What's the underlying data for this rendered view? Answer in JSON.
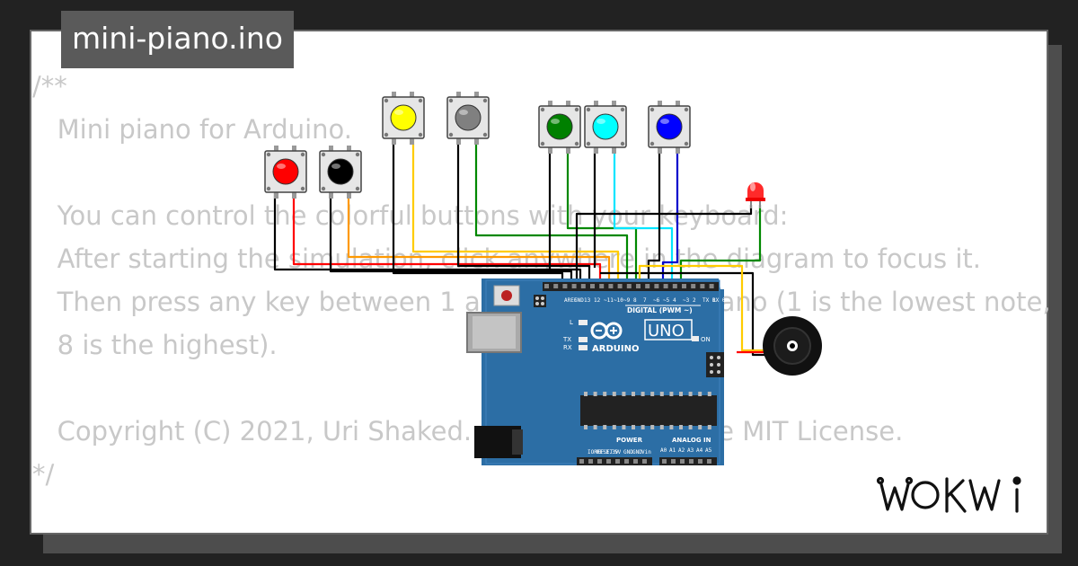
{
  "title": "mini-piano.ino",
  "code_lines": [
    "/**",
    "   Mini piano for Arduino.",
    "",
    "   You can control the colorful buttons with your keyboard:",
    "   After starting the simulation, click anywhere in the diagram to focus it.",
    "   Then press any key between 1 and 8 to play the piano (1 is the lowest note,",
    "   8 is the highest).",
    "",
    "   Copyright (C) 2021, Uri Shaked. Released under the MIT License.",
    "*/"
  ],
  "board": {
    "digital_label": "DIGITAL (PWM ~)",
    "logo_text": "ARDUINO",
    "model": "UNO",
    "on_label": "ON",
    "l_label": "L",
    "tx_label": "TX",
    "rx_label": "RX",
    "power_label": "POWER",
    "analog_label": "ANALOG IN",
    "top_pins": [
      "AREF",
      "GND",
      "13",
      "12",
      "~11",
      "~10",
      "~9",
      "8",
      "7",
      "~6",
      "~5",
      "4",
      "~3",
      "2",
      "TX 1",
      "RX 0"
    ],
    "power_pins": [
      "IOREF",
      "RESET",
      "3.3V",
      "5V",
      "GND",
      "GND",
      "Vin"
    ],
    "analog_pins": [
      "A0",
      "A1",
      "A2",
      "A3",
      "A4",
      "A5"
    ]
  },
  "buttons": [
    {
      "name": "red",
      "color": "#ff0000"
    },
    {
      "name": "black",
      "color": "#000000"
    },
    {
      "name": "yellow",
      "color": "#ffff00"
    },
    {
      "name": "gray",
      "color": "#808080"
    },
    {
      "name": "green",
      "color": "#008000"
    },
    {
      "name": "cyan",
      "color": "#00ffff"
    },
    {
      "name": "blue",
      "color": "#0000ff"
    }
  ],
  "colors": {
    "background": "#222222",
    "card": "#ffffff",
    "code_text": "#c8c8c8",
    "title_bg": "#5a5a5a",
    "board": "#2c6ea5",
    "led": "#ff2a2a",
    "wire_black": "#000000",
    "wire_red": "#ff0000",
    "wire_yellow": "#ffcc00",
    "wire_orange": "#ff9900",
    "wire_green": "#008000",
    "wire_cyan": "#00e5ff",
    "wire_blue": "#0000cc"
  },
  "brand": "WOKWi"
}
